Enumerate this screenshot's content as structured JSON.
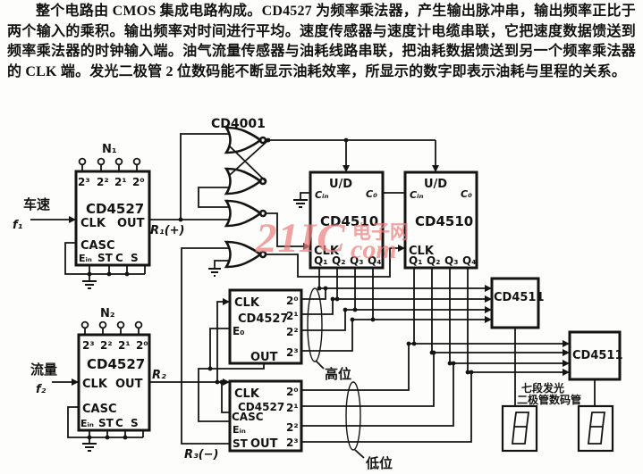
{
  "paragraph": "整个电路由 CMOS 集成电路构成。CD4527 为频率乘法器，产生输出脉冲串，输出频率正比于两个输入的乘积。输出频率对时间进行平均。速度传感器与速度计电缆串联，它把速度数据馈送到频率乘法器的时钟输入端。油气流量传感器与油耗线路串联，把油耗数据馈送到另一个频率乘法器的 CLK 端。发光二极管 2 位数码能不断显示油耗效率，所显示的数字即表示油耗与里程的关系。",
  "watermark": {
    "big": "21IC",
    "cn": "电子网",
    "com": "com",
    "color": "#eb8080"
  },
  "sch": {
    "cd4001": "CD4001",
    "cd4527": "CD4527",
    "cd4510": "CD4510",
    "cd4511": "CD4511",
    "n1": "N₁",
    "n2": "N₂",
    "bits_desc": [
      "2³",
      "2²",
      "2¹",
      "2⁰"
    ],
    "bits_asc": [
      "2⁰",
      "2¹",
      "2²",
      "2³"
    ],
    "clk": "CLK",
    "out": "OUT",
    "casc": "CASC",
    "ein": "Eᵢₙ",
    "st": "ST",
    "c": "C",
    "s": "S",
    "e0": "E₀",
    "ud": "U/D",
    "cin": "Cᵢₙ",
    "co": "C₀",
    "q": [
      "Q₁",
      "Q₂",
      "Q₃",
      "Q₄"
    ],
    "speed": "车速",
    "f1": "f₁",
    "flow": "流量",
    "f2": "f₂",
    "r1": "R₁(+)",
    "r2": "R₂",
    "r3": "R₃(−)",
    "high": "高位",
    "low": "低位",
    "cap1": "七段发光",
    "cap2": "二极管数码管"
  }
}
